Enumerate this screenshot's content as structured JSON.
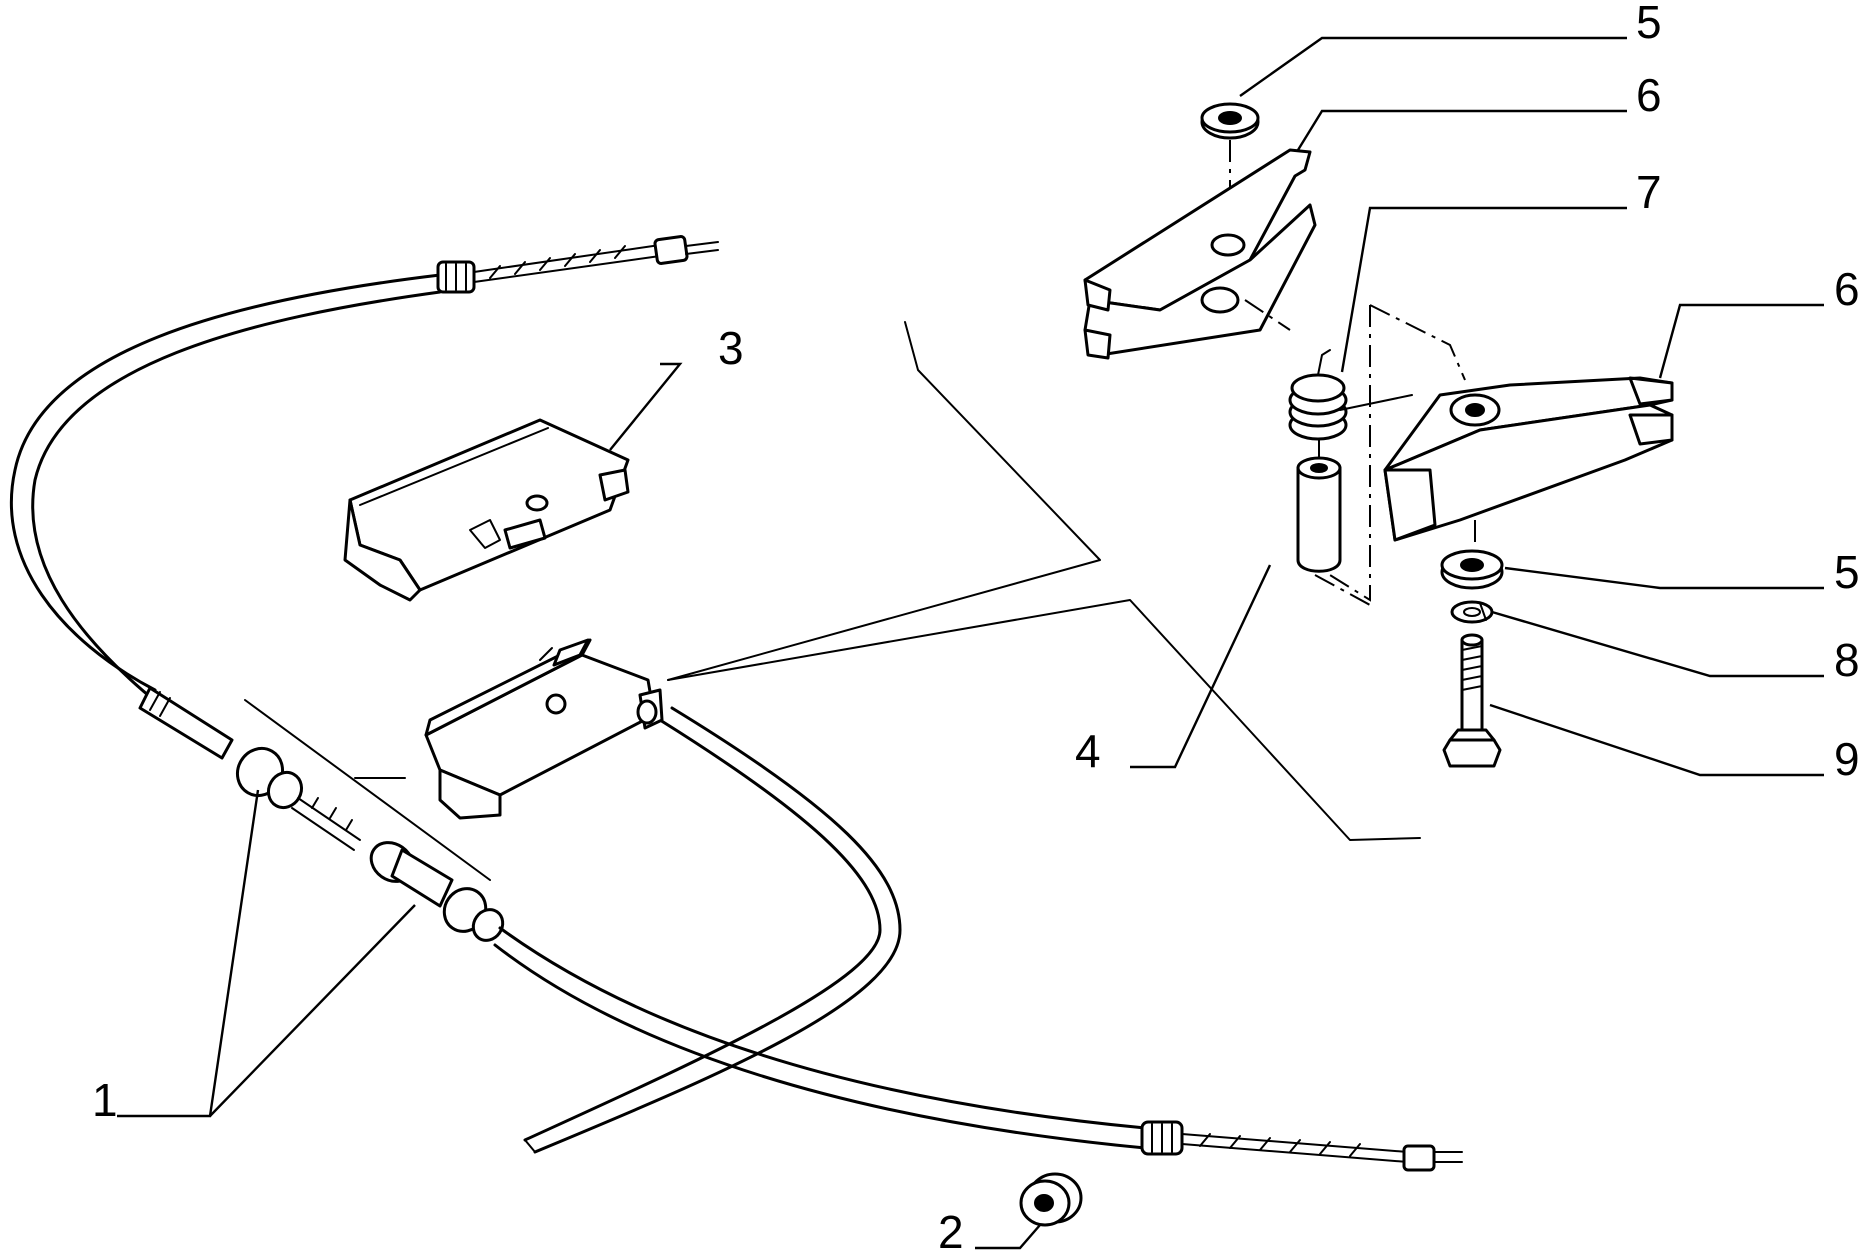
{
  "callouts": {
    "c1": "1",
    "c2": "2",
    "c3": "3",
    "c4": "4",
    "c5_top": "5",
    "c5_right": "5",
    "c6_top": "6",
    "c6_right": "6",
    "c7": "7",
    "c8": "8",
    "c9": "9"
  }
}
